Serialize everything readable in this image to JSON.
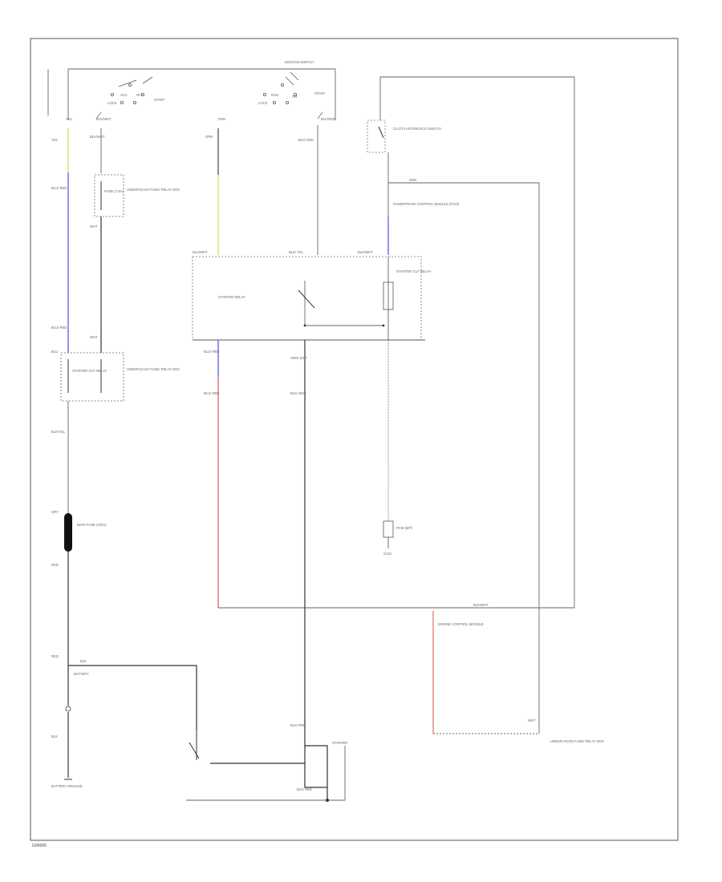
{
  "colors": {
    "wire": "#333333",
    "yellow": "#e8e27a",
    "blue": "#7a7af0",
    "red": "#e88080",
    "frame": "#555555"
  },
  "labels": {
    "ign_sw_top": "IGNITION SWITCH",
    "start": "START",
    "start2": "START",
    "acc": "ACC",
    "off": "OFF",
    "on": "ON",
    "run": "RUN",
    "lock": "LOCK",
    "lock2": "LOCK",
    "w_yel": "YEL",
    "w_blu_red": "BLU/ RED",
    "w_blu_red2": "BLU/ RED",
    "w_blu_red3": "BLU/ RED",
    "w_yel2": "YEL",
    "w_blk_wht": "BLK/WHT",
    "w_grn": "GRN",
    "w_blk_red": "BLK/RED",
    "w_blu_red4": "BLU/ RED",
    "w_blk_yel": "BLK/YEL",
    "w_blk_wht2": "BLK/WHT",
    "w_blk_wht3": "BLK/WHT",
    "w_blu": "BLU",
    "w_blk_red2": "BLK/ RED",
    "w_blk_yel2": "BLK/ YEL",
    "w_blk_wht4": "BLK/WHT",
    "w_grn_wht": "GRN/ WHT",
    "w_grn2": "GRN",
    "w_wht": "WHT",
    "w_wht2": "WHT",
    "w_red": "RED",
    "w_red2": "RED",
    "w_blk": "BLK",
    "w_blk_red3": "BLK/ RED",
    "w_blk_wht5": "BLK/ WHT",
    "w_blk2": "BLK",
    "w_blk_wht6": "BLK/WHT",
    "w_gry": "GRY",
    "w_grn3": "GRN",
    "fuse_box_1": "UNDER-DASH FUSE/ RELAY BOX",
    "fuse_box_2": "UNDER-DASH FUSE/ RELAY BOX",
    "fuse_no": "FUSE (7.5A)",
    "starter_relay": "STARTER RELAY",
    "starter_cut": "STARTER CUT RELAY",
    "clutch_sw": "CLUTCH INTERLOCK SWITCH",
    "pcm": "POWERTRAIN CONTROL MODULE (PCM)",
    "pcm2": "PCM (M/T)",
    "bat": "BATTERY",
    "fuse_main": "MAIN FUSE (100A)",
    "starter": "STARTER",
    "underhood": "UNDER-HOOD FUSE/ RELAY BOX",
    "engine_ground": "BATTERY GROUND",
    "eng_ctrl": "ENGINE CONTROL MODULE",
    "g101": "G101",
    "footer": "G00000"
  }
}
